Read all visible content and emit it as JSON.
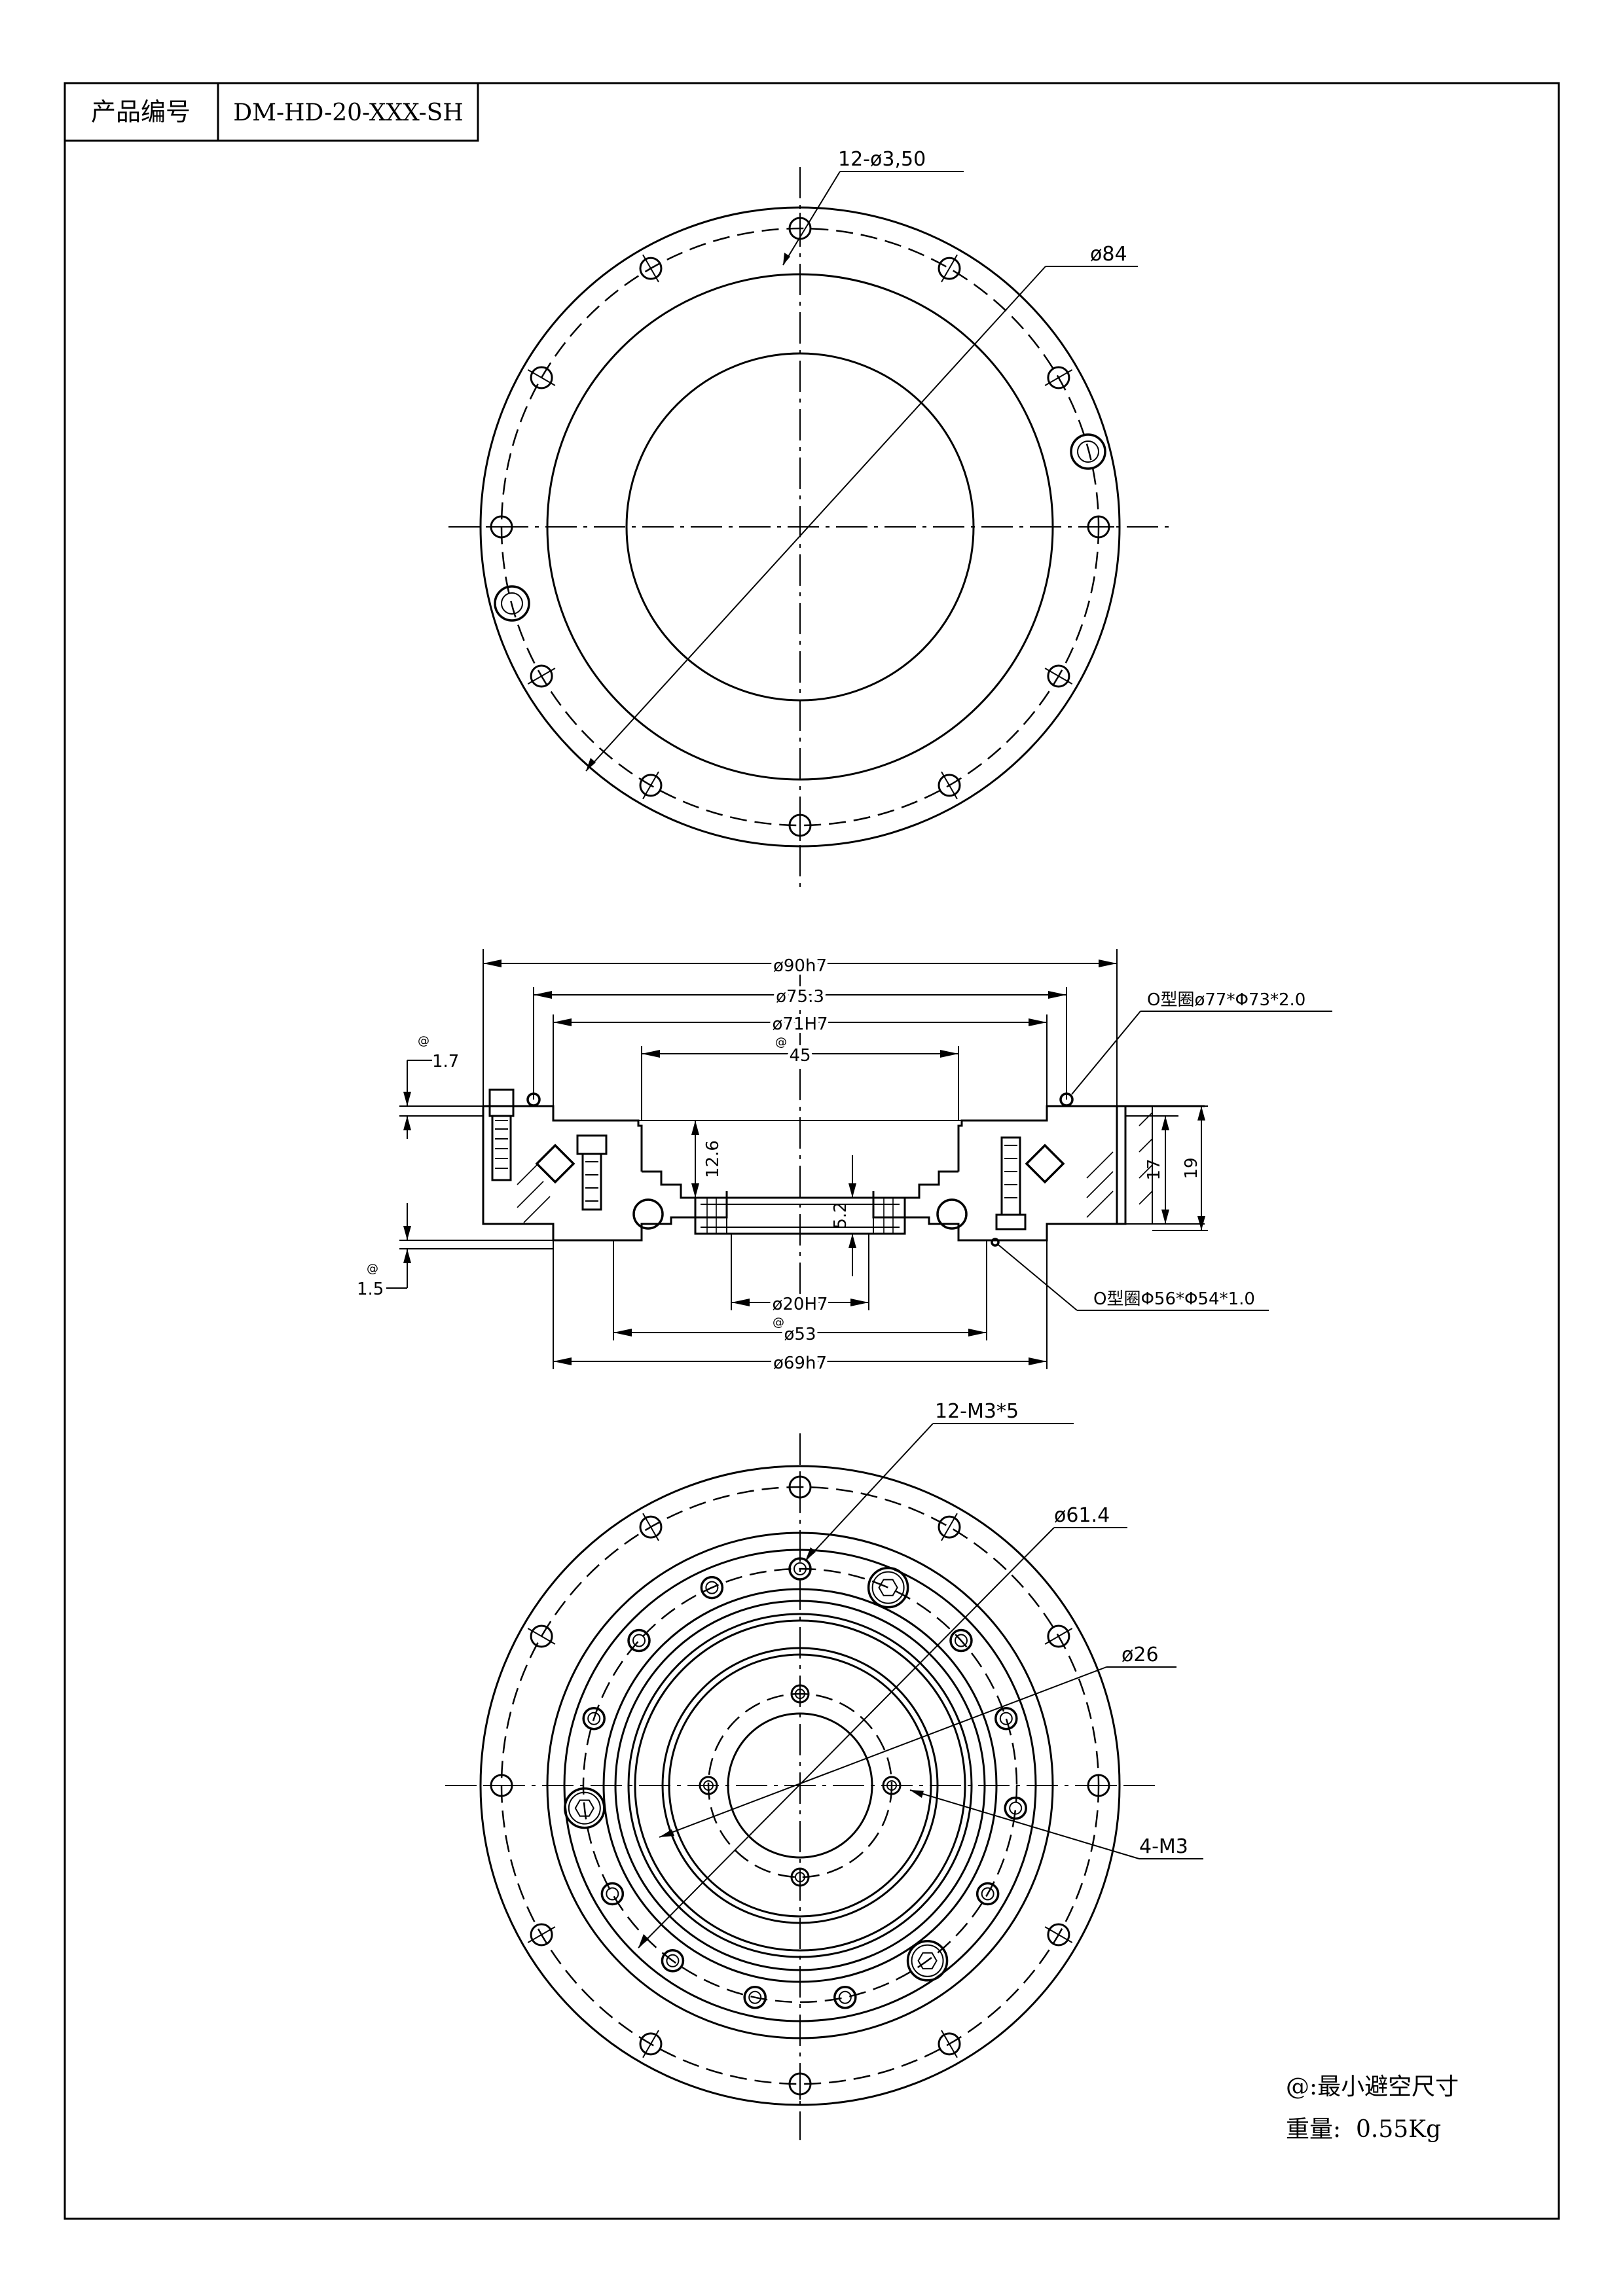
{
  "title_block": {
    "label": "产品编号",
    "part_number": "DM-HD-20-XXX-SH"
  },
  "top_view": {
    "callout_holes": "12-ø3,50",
    "callout_outer_diameter": "ø84"
  },
  "section_view": {
    "dim_90": "ø90h7",
    "dim_75": "ø75.3",
    "dim_71": "ø71H7",
    "dim_45": "45",
    "dim_45_mark": "@",
    "dim_1_7": "1.7",
    "dim_1_7_mark": "@",
    "dim_1_5": "1.5",
    "dim_1_5_mark": "@",
    "dim_12_6": "12.6",
    "dim_5_2": "5.2",
    "dim_17": "17",
    "dim_19": "19",
    "dim_20": "ø20H7",
    "dim_53": "ø53",
    "dim_53_mark": "@",
    "dim_69": "ø69h7",
    "oring_top": "O型圈ø77*Φ73*2.0",
    "oring_bottom": "O型圈Φ56*Φ54*1.0"
  },
  "bottom_view": {
    "callout_m3x5": "12-M3*5",
    "callout_61": "ø61.4",
    "callout_26": "ø26",
    "callout_4m3": "4-M3"
  },
  "notes": {
    "min_clearance": "@:最小避空尺寸",
    "weight": "重量:  0.55Kg"
  }
}
